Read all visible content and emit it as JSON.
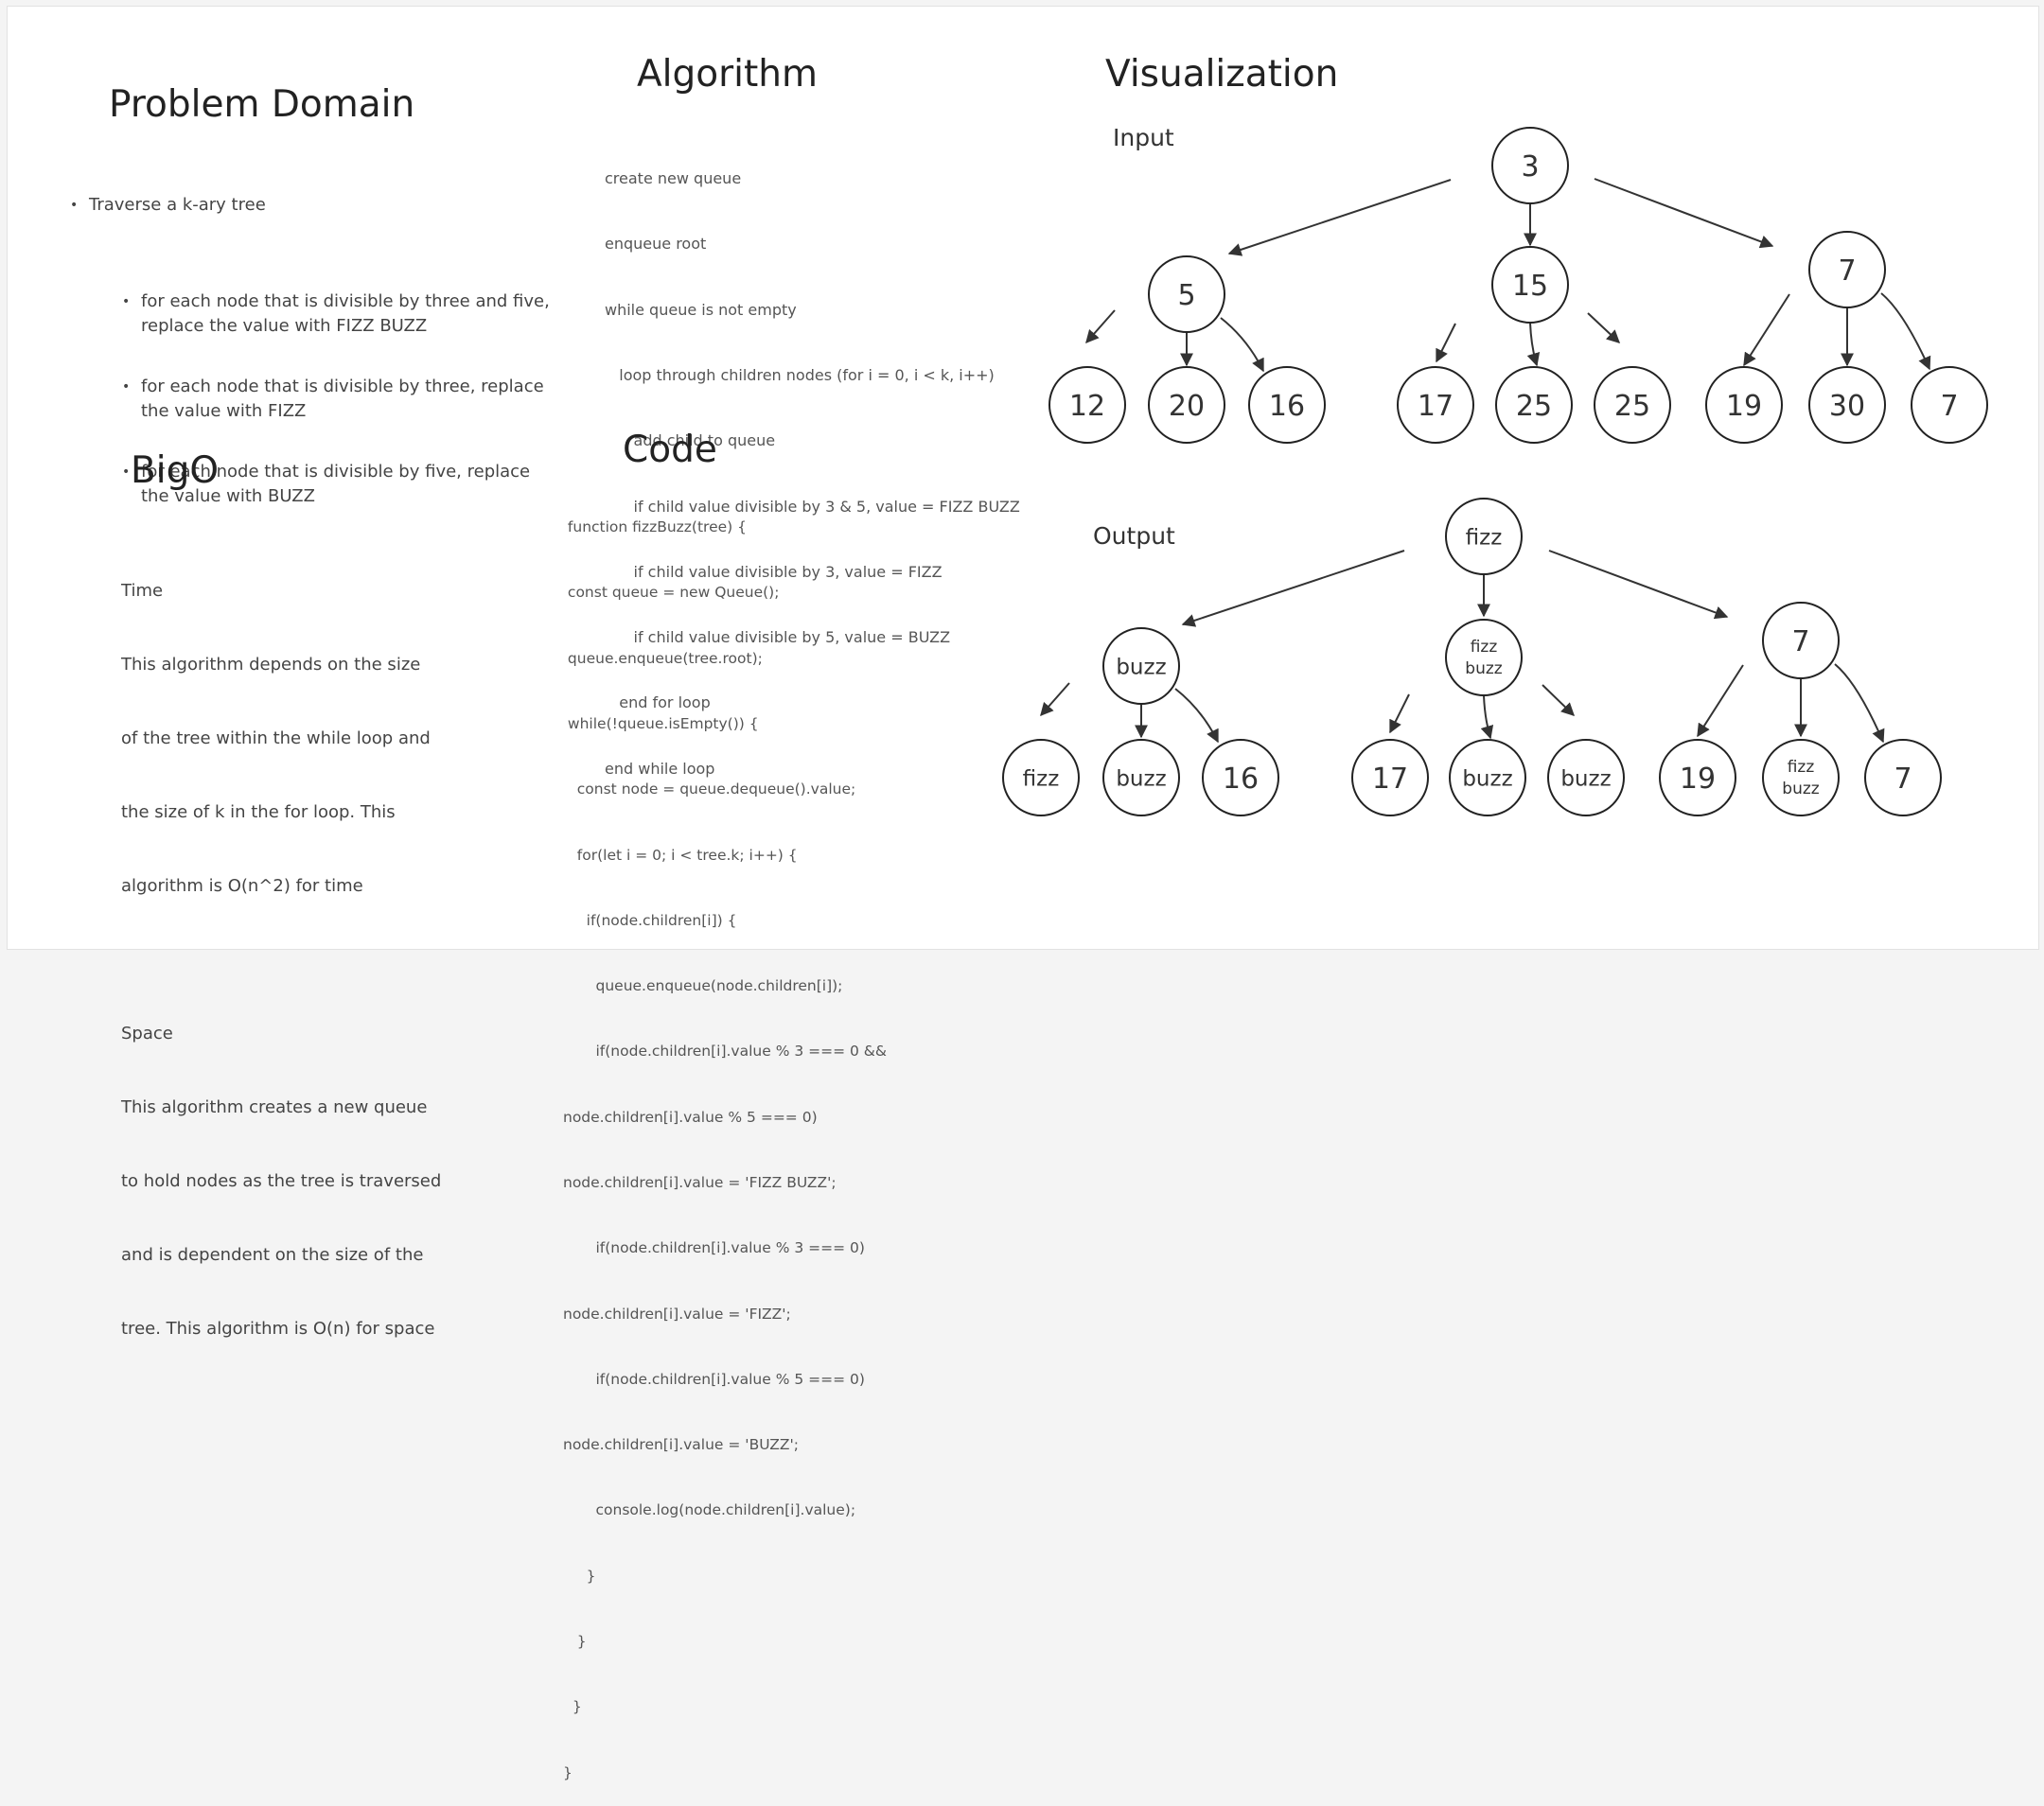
{
  "problem_domain": {
    "heading": "Problem Domain",
    "top_item": "Traverse a k-ary tree",
    "sub_items": [
      [
        "for each node that is divisible by three and five,",
        "replace the value with FIZZ BUZZ"
      ],
      [
        "for each node that is divisible by three, replace",
        "the value with FIZZ"
      ],
      [
        "for each node that is divisible by five, replace",
        "the value with BUZZ"
      ]
    ]
  },
  "algorithm": {
    "heading": "Algorithm",
    "lines": [
      "create new queue",
      "enqueue root",
      "while queue is not empty",
      "   loop through children nodes (for i = 0, i < k, i++)",
      "      add child to queue",
      "      if child value divisible by 3 & 5, value = FIZZ BUZZ",
      "      if child value divisible by 3, value = FIZZ",
      "      if child value divisible by 5, value = BUZZ",
      "   end for loop",
      "end while loop"
    ]
  },
  "bigo": {
    "heading": "BigO",
    "time_label": "Time",
    "time_lines": [
      "This algorithm depends on the size",
      "of the tree within the while loop and",
      "the size of k in the for loop. This",
      "algorithm is O(n^2) for time"
    ],
    "space_label": "Space",
    "space_lines": [
      "This algorithm creates a new queue",
      "to hold nodes as the tree is traversed",
      "and is dependent on the size of the",
      "tree. This algorithm is O(n) for space"
    ]
  },
  "code": {
    "heading": "Code",
    "lines": [
      " function fizzBuzz(tree) {",
      " const queue = new Queue();",
      " queue.enqueue(tree.root);",
      " while(!queue.isEmpty()) {",
      "   const node = queue.dequeue().value;",
      "   for(let i = 0; i < tree.k; i++) {",
      "     if(node.children[i]) {",
      "       queue.enqueue(node.children[i]);",
      "       if(node.children[i].value % 3 === 0 &&",
      "node.children[i].value % 5 === 0)",
      "node.children[i].value = 'FIZZ BUZZ';",
      "       if(node.children[i].value % 3 === 0)",
      "node.children[i].value = 'FIZZ';",
      "       if(node.children[i].value % 5 === 0)",
      "node.children[i].value = 'BUZZ';",
      "       console.log(node.children[i].value);",
      "     }",
      "   }",
      "  }",
      "}"
    ]
  },
  "visualization": {
    "heading": "Visualization",
    "input_label": "Input",
    "output_label": "Output",
    "input_tree": {
      "root": "3",
      "level1": [
        "5",
        "15",
        "7"
      ],
      "level2": [
        [
          "12",
          "20",
          "16"
        ],
        [
          "17",
          "25",
          "25"
        ],
        [
          "19",
          "30",
          "7"
        ]
      ]
    },
    "output_tree": {
      "root": "fizz",
      "level1": [
        "buzz",
        "fizz\nbuzz",
        "7"
      ],
      "level2": [
        [
          "fizz",
          "buzz",
          "16"
        ],
        [
          "17",
          "buzz",
          "buzz"
        ],
        [
          "19",
          "fizz\nbuzz",
          "7"
        ]
      ]
    }
  }
}
